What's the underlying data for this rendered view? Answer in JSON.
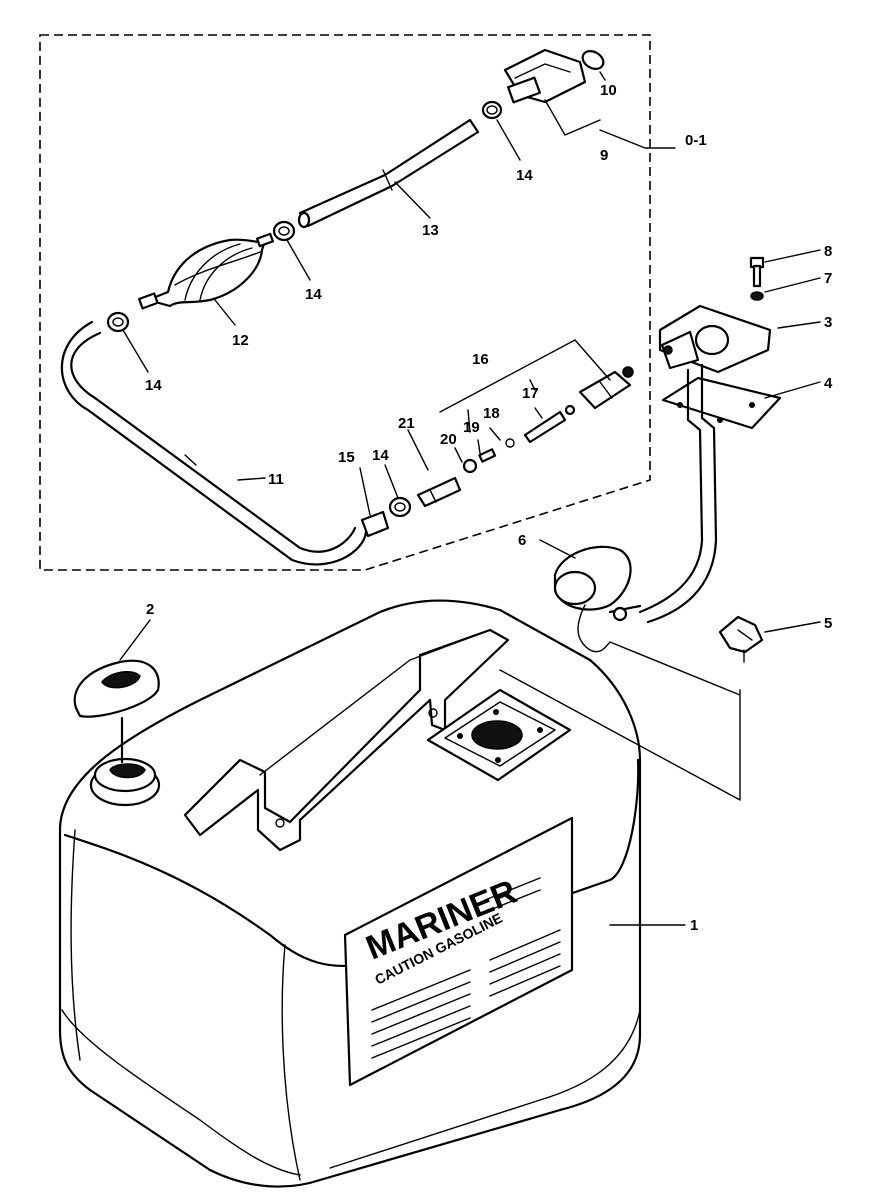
{
  "diagram": {
    "callouts": {
      "c1": "1",
      "c2": "2",
      "c3": "3",
      "c4": "4",
      "c5": "5",
      "c6": "6",
      "c7": "7",
      "c8": "8",
      "c9": "9",
      "c10": "10",
      "c11": "11",
      "c12": "12",
      "c13": "13",
      "c14a": "14",
      "c14b": "14",
      "c14c": "14",
      "c14d": "14",
      "c15": "15",
      "c16": "16",
      "c17": "17",
      "c18": "18",
      "c19": "19",
      "c20": "20",
      "c21": "21",
      "c01": "0-1"
    },
    "label": {
      "brand": "MARINER",
      "warning": "CAUTION GASOLINE"
    }
  }
}
